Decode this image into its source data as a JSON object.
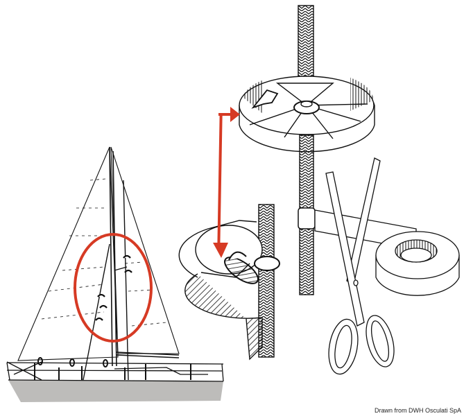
{
  "figure": {
    "description": "Illustration of mast step / spreader boot protection: sailboat with highlighted shroud area, two close-up details of a disc guard on a shroud, scissors and roll of tape",
    "credit": "Drawn from DWH Osculati SpA",
    "colors": {
      "highlight": "#d63a24",
      "line": "#111111",
      "hull": "#bdbcba",
      "background": "#ffffff"
    },
    "parts": [
      {
        "id": "sailboat",
        "label": "Sailboat with mainsail and jib"
      },
      {
        "id": "highlight-ellipse",
        "label": "Red ellipse marking shroud area"
      },
      {
        "id": "disc-guard-top",
        "label": "Disc guard installed on shroud (top detail)"
      },
      {
        "id": "disc-guard-bottom",
        "label": "Disc guard being fitted on shroud (bottom detail)"
      },
      {
        "id": "red-arrow",
        "label": "Red double arrow linking the two details"
      },
      {
        "id": "scissors",
        "label": "Scissors"
      },
      {
        "id": "tape-roll",
        "label": "Roll of tape wrapped around shroud"
      }
    ]
  }
}
